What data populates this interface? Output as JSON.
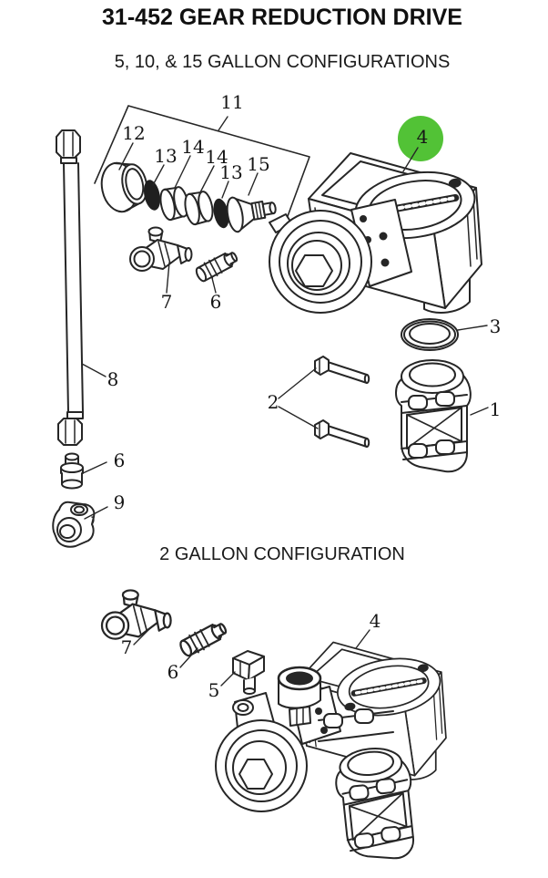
{
  "title": "31-452 GEAR REDUCTION DRIVE",
  "section1": {
    "heading": "5, 10, & 15 GALLON CONFIGURATIONS",
    "highlighted_part": "4",
    "callouts": {
      "c11": "11",
      "c12": "12",
      "c13a": "13",
      "c14a": "14",
      "c14b": "14",
      "c13b": "13",
      "c15": "15",
      "c7": "7",
      "c6a": "6",
      "c4": "4",
      "c3": "3",
      "c8": "8",
      "c2": "2",
      "c1": "1",
      "c6b": "6",
      "c9": "9"
    }
  },
  "section2": {
    "heading": "2 GALLON CONFIGURATION",
    "callouts": {
      "c7": "7",
      "c6": "6",
      "c5": "5",
      "c4": "4"
    }
  },
  "colors": {
    "highlight": "#52c236",
    "line": "#262626",
    "text": "#161616"
  }
}
